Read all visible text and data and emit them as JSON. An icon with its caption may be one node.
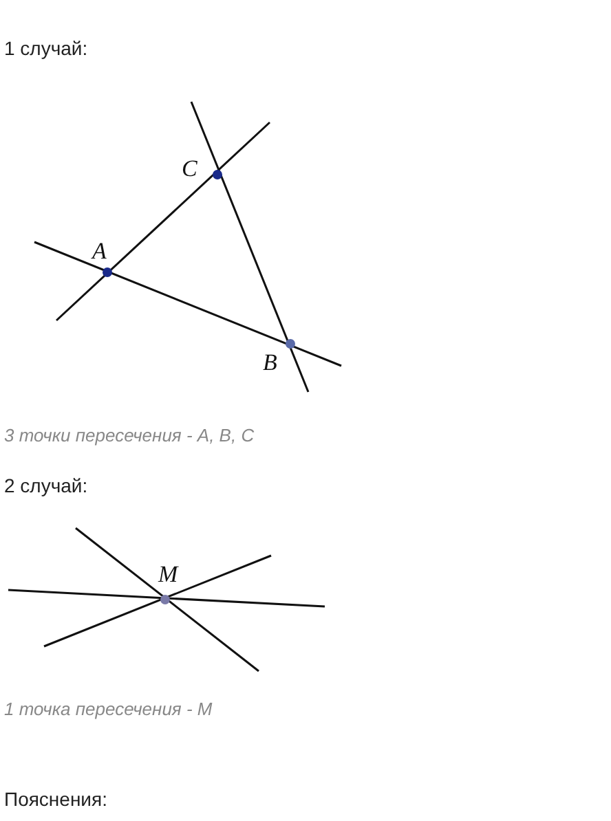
{
  "diagram": {
    "labels": [
      "1 случай:",
      "C",
      "A",
      "B",
      "3 точки пересечения - А, В, С",
      "2 случай:",
      "M",
      "1 точка пересечения - М",
      "Пояснения:"
    ]
  }
}
